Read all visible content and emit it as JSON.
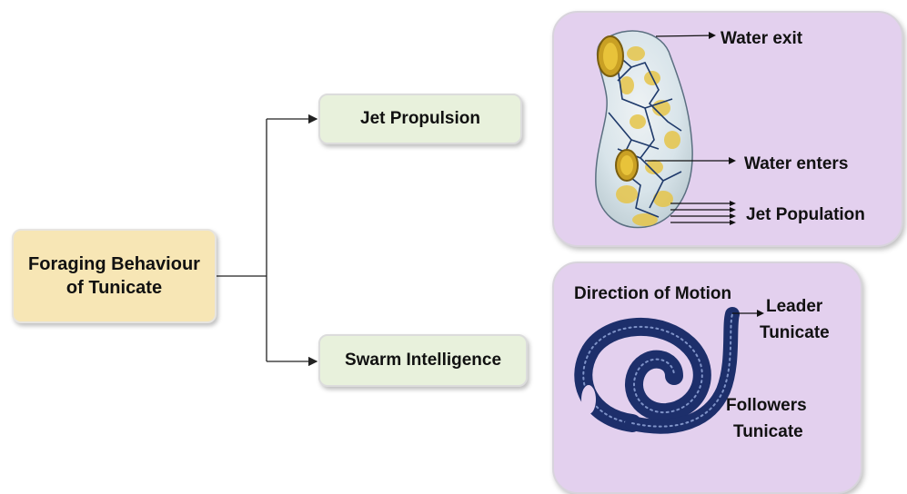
{
  "root": {
    "line1": "Foraging Behaviour",
    "line2": "of Tunicate"
  },
  "branches": [
    {
      "label": "Jet Propulsion"
    },
    {
      "label": "Swarm Intelligence"
    }
  ],
  "jet_panel": {
    "labels": [
      "Water exit",
      "Water enters",
      "Jet Population"
    ]
  },
  "swarm_panel": {
    "direction": "Direction of Motion",
    "leader": [
      "Leader",
      "Tunicate"
    ],
    "followers": [
      "Followers",
      "Tunicate"
    ]
  }
}
